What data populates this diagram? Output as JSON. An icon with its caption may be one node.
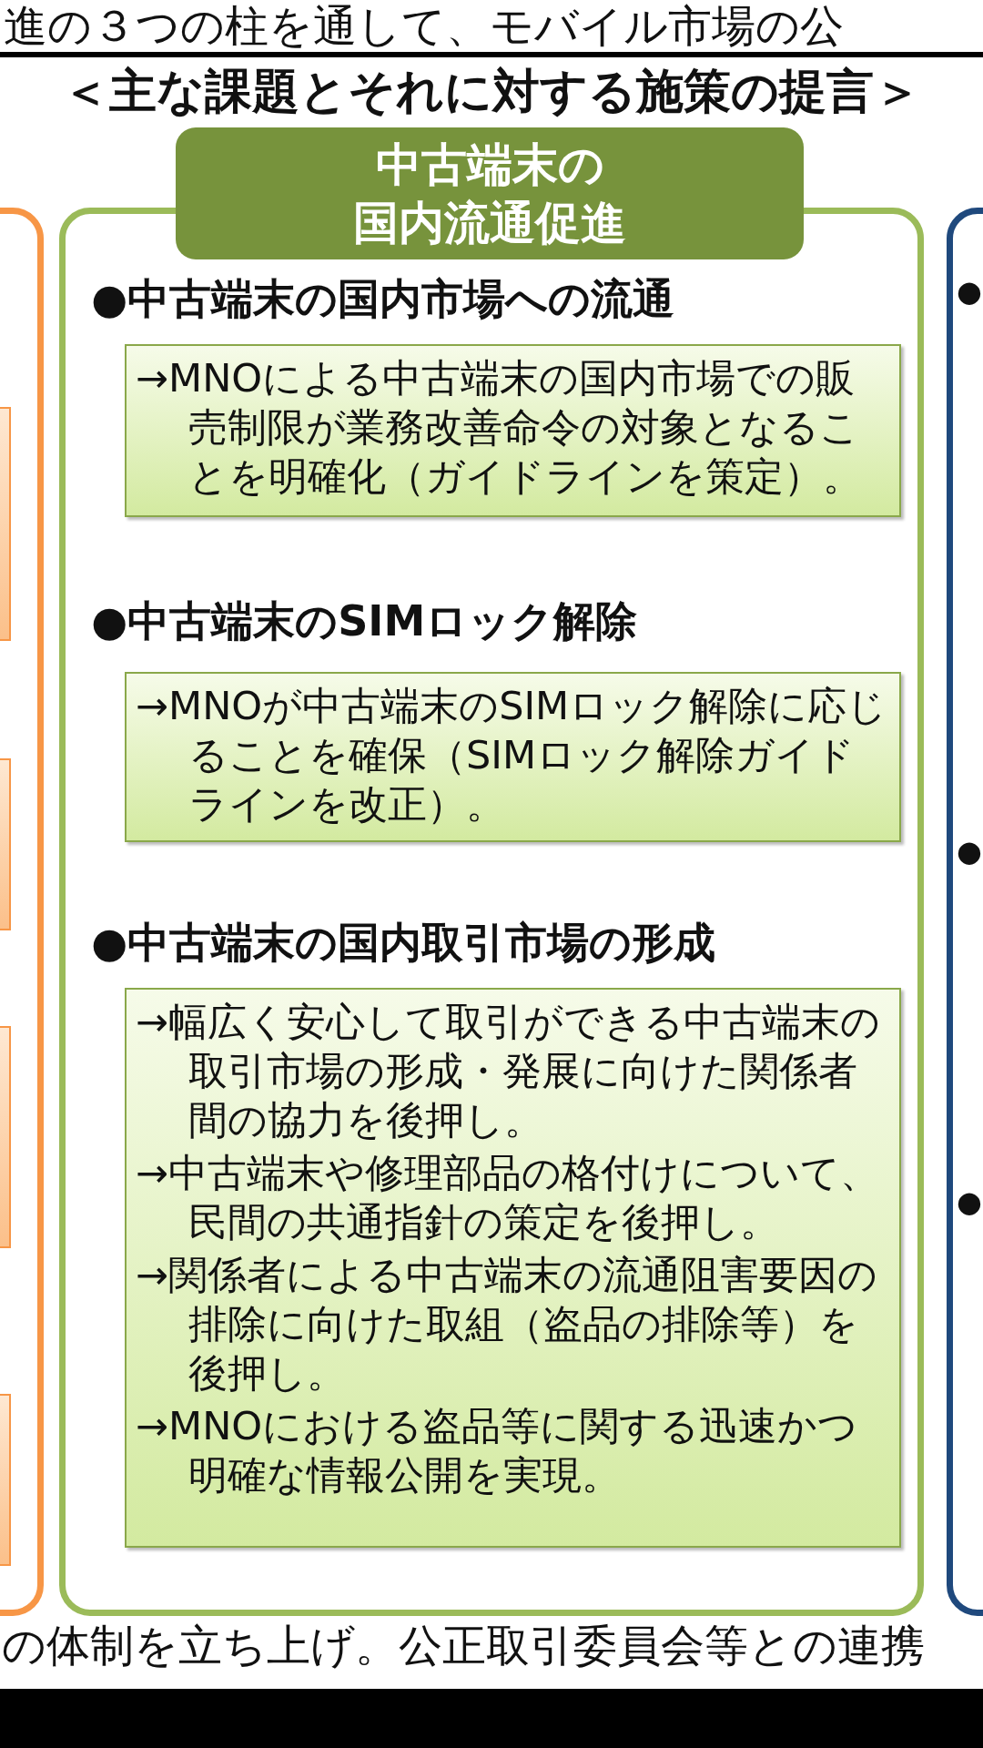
{
  "diagram": {
    "title": "＜主な課題とそれに対する施策の提言＞",
    "nodes": [
      {
        "text": [],
        "shape": "box"
      },
      {
        "text": [],
        "shape": "box",
        "in": 0
      },
      {
        "text": [],
        "shape": "box",
        "in": 0
      },
      {
        "text": [],
        "shape": "box",
        "in": 0
      },
      {
        "text": [],
        "shape": "box",
        "in": 0
      },
      {
        "text": [
          "中古端末の国内流通促進"
        ]
      },
      {
        "text": [],
        "shape": "box"
      },
      {
        "text": [
          "●中古端末の国内市場への流通",
          "→MNOによる中古端末の国内市場での販売制限が業務改善命令の対象となることを明確化（ガイドラインを策定）。"
        ],
        "in": 6
      },
      {
        "text": [
          "●中古端末のSIMロック解除",
          "→MNOが中古端末のSIMロック解除に応じることを確保（SIMロック解除ガイドラインを改正）。"
        ],
        "in": 6
      },
      {
        "text": [
          "●中古端末の国内取引市場の形成",
          "→幅広く安心して取引ができる中古端末の取引市場の形成・発展に向けた関係者間の協力を後押し。",
          "→中古端末や修理部品の格付けについて、民間の共通指針の策定を後押し。",
          "→関係者による中古端末の流通阻害要因の排除に向けた取組（盗品の排除等）を後押し。",
          "→MNOにおける盗品等に関する迅速かつ明確な情報公開を実現。"
        ],
        "in": 6
      },
      {
        "text": [],
        "shape": "box"
      }
    ],
    "labels": [
      "進の３つの柱を通して、モバイル市場の公",
      "●",
      "●",
      "●",
      "の体制を立ち上げ。公正取引委員会等との連携"
    ]
  }
}
